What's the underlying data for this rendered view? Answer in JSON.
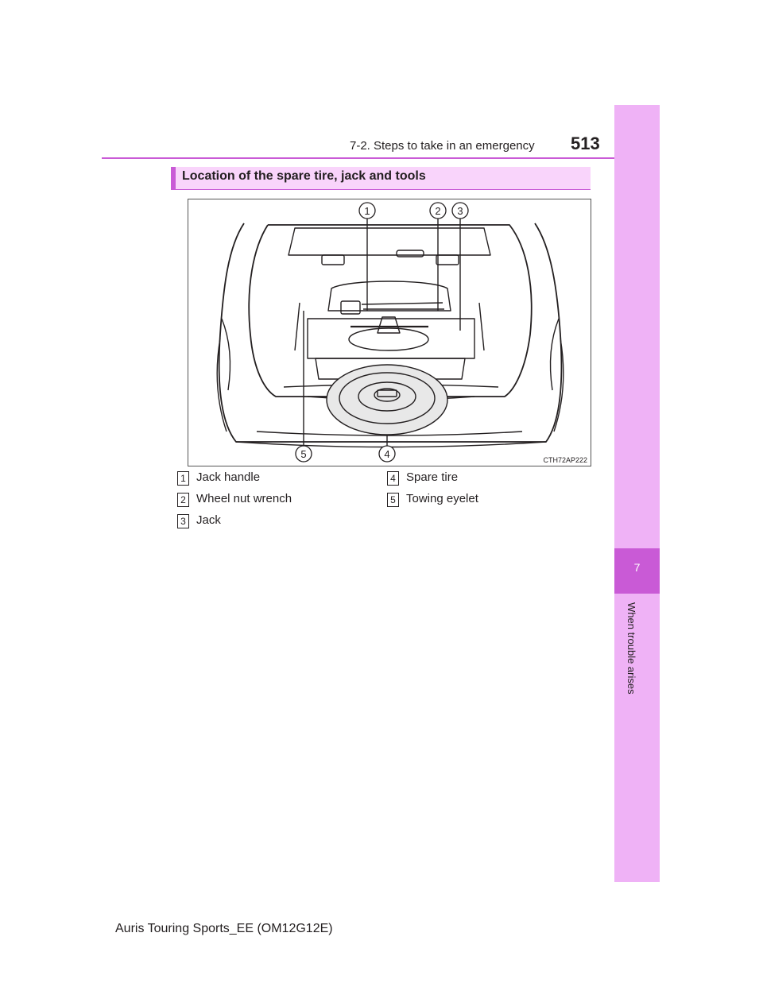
{
  "header": {
    "section": "7-2. Steps to take in an emergency",
    "page_number": "513"
  },
  "side_tab": {
    "chapter_number": "7",
    "chapter_title": "When trouble arises"
  },
  "section_heading": "Location of the spare tire, jack and tools",
  "figure": {
    "code": "CTH72AP222",
    "callouts": [
      "1",
      "2",
      "3",
      "4",
      "5"
    ]
  },
  "legend": [
    {
      "num": "1",
      "label": "Jack handle"
    },
    {
      "num": "2",
      "label": "Wheel nut wrench"
    },
    {
      "num": "3",
      "label": "Jack"
    },
    {
      "num": "4",
      "label": "Spare tire"
    },
    {
      "num": "5",
      "label": "Towing eyelet"
    }
  ],
  "footer": "Auris Touring Sports_EE (OM12G12E)",
  "colors": {
    "accent": "#c95ad6",
    "tab_background": "#efb2f6",
    "heading_background": "#f9d4fb"
  }
}
